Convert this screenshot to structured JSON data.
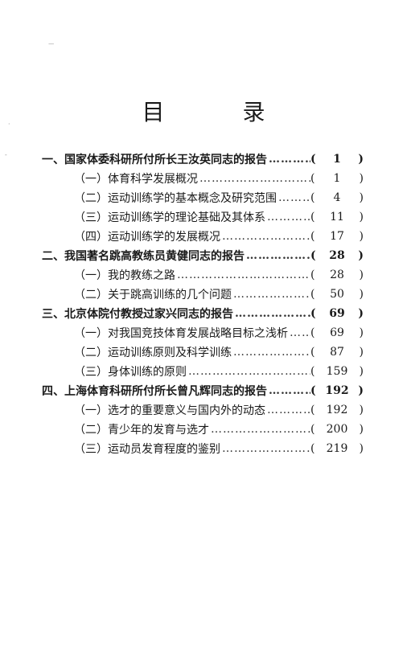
{
  "title": "目 录",
  "leader": "……………………………………………………",
  "entries": [
    {
      "label": "一、国家体委科研所付所长王汝英同志的报告",
      "page": "1"
    },
    {
      "label": "（一）体育科学发展概况",
      "page": "1"
    },
    {
      "label": "（二）运动训练学的基本概念及研究范围",
      "page": "4"
    },
    {
      "label": "（三）运动训练学的理论基础及其体系",
      "page": "11"
    },
    {
      "label": "（四）运动训练学的发展概况",
      "page": "17"
    },
    {
      "label": "二、我国著名跳高教练员黄健同志的报告",
      "page": "28"
    },
    {
      "label": "（一）我的教练之路",
      "page": "28"
    },
    {
      "label": "（二）关于跳高训练的几个问题",
      "page": "50"
    },
    {
      "label": "三、北京体院付教授过家兴同志的报告",
      "page": "69"
    },
    {
      "label": "（一）对我国竞技体育发展战略目标之浅析",
      "page": "69"
    },
    {
      "label": "（二）运动训练原则及科学训练",
      "page": "87"
    },
    {
      "label": "（三）身体训练的原则",
      "page": "159"
    },
    {
      "label": "四、上海体育科研所付所长曾凡辉同志的报告",
      "page": "192"
    },
    {
      "label": "（一）选才的重要意义与国内外的动态",
      "page": "192"
    },
    {
      "label": "（二）青少年的发育与选才",
      "page": "200"
    },
    {
      "label": "（三）运动员发育程度的鉴别",
      "page": "219"
    }
  ]
}
